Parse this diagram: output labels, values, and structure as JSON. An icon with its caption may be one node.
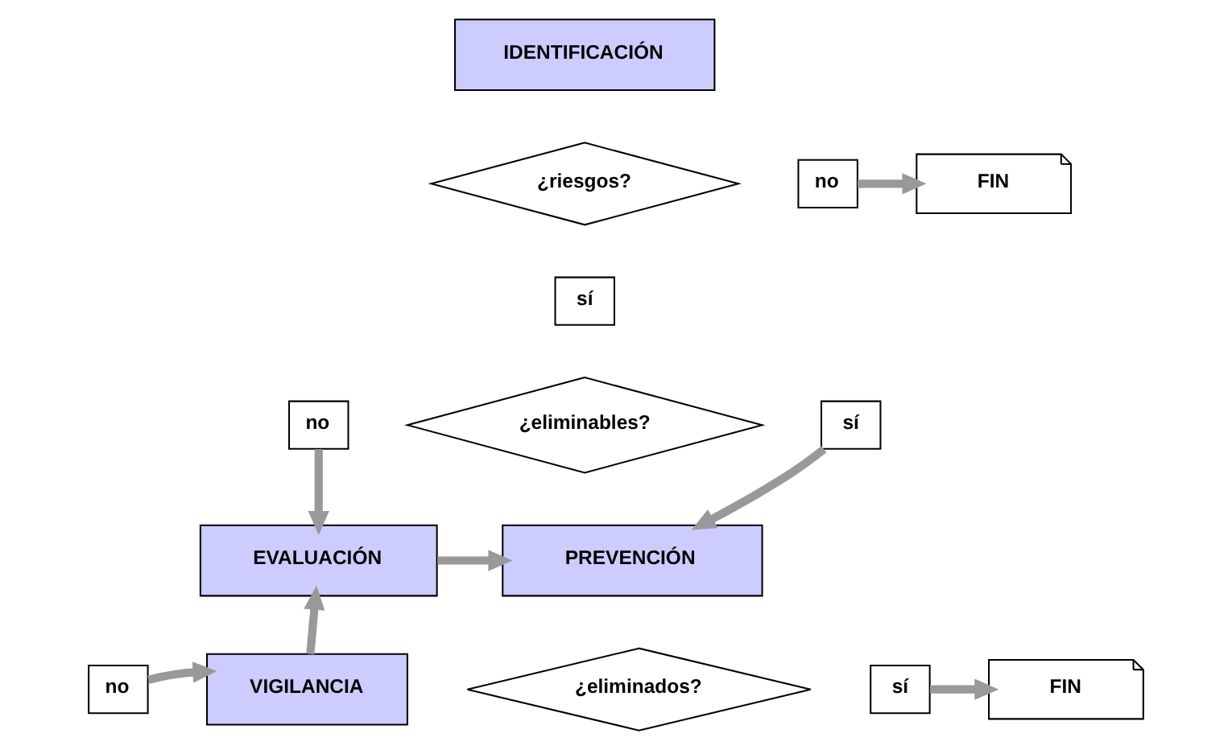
{
  "diagram": {
    "nodes": [
      {
        "text": [
          "IDENTIFICACIÓN"
        ]
      },
      {
        "text": [
          "¿riesgos?"
        ]
      },
      {
        "text": [
          "no"
        ]
      },
      {
        "text": [
          "FIN"
        ]
      },
      {
        "text": [
          "sí"
        ]
      },
      {
        "text": [
          "¿eliminables?"
        ]
      },
      {
        "text": [
          "no"
        ]
      },
      {
        "text": [
          "sí"
        ]
      },
      {
        "text": [
          "EVALUACIÓN"
        ]
      },
      {
        "text": [
          "PREVENCIÓN"
        ]
      },
      {
        "text": [
          "VIGILANCIA"
        ]
      },
      {
        "text": [
          "¿eliminados?"
        ]
      },
      {
        "text": [
          "no"
        ]
      },
      {
        "text": [
          "sí"
        ]
      },
      {
        "text": [
          "FIN"
        ]
      }
    ],
    "edges": [
      {
        "from": 2,
        "to": 3,
        "arrow": "to"
      },
      {
        "from": 6,
        "to": 8,
        "arrow": "to"
      },
      {
        "from": 7,
        "to": 9,
        "arrow": "to"
      },
      {
        "from": 8,
        "to": 9,
        "arrow": "to"
      },
      {
        "from": 10,
        "to": 8,
        "arrow": "to"
      },
      {
        "from": 12,
        "to": 10,
        "arrow": "to"
      },
      {
        "from": 13,
        "to": 14,
        "arrow": "to"
      }
    ]
  }
}
